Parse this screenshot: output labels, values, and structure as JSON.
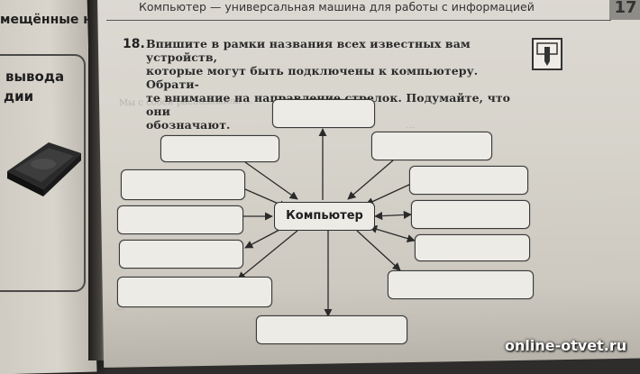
{
  "header": {
    "running_title": "Компьютер — универсальная машина для работы с информацией",
    "page_number": "17"
  },
  "task": {
    "number": "18.",
    "lines": [
      "Впишите в рамки названия всех известных вам устройств,",
      "которые могут быть подключены к компьютеру. Обрати-",
      "те внимание на направление стрелок. Подумайте, что они",
      "обозначают."
    ]
  },
  "left_page": {
    "top_fragment": "мещённые не",
    "frag_1": "вывода",
    "frag_2": "дии"
  },
  "diagram": {
    "center_label": "Компьютер",
    "arrow_directions": {
      "top": "out",
      "upper_left": "in",
      "upper_right": "in",
      "left_1": "in",
      "right_1": "in",
      "left_2": "in",
      "right_2": "both",
      "right_3": "both",
      "left_3": "out",
      "left_4": "out",
      "bottom": "out",
      "right_4": "out"
    }
  },
  "watermark": "online-otvet.ru"
}
